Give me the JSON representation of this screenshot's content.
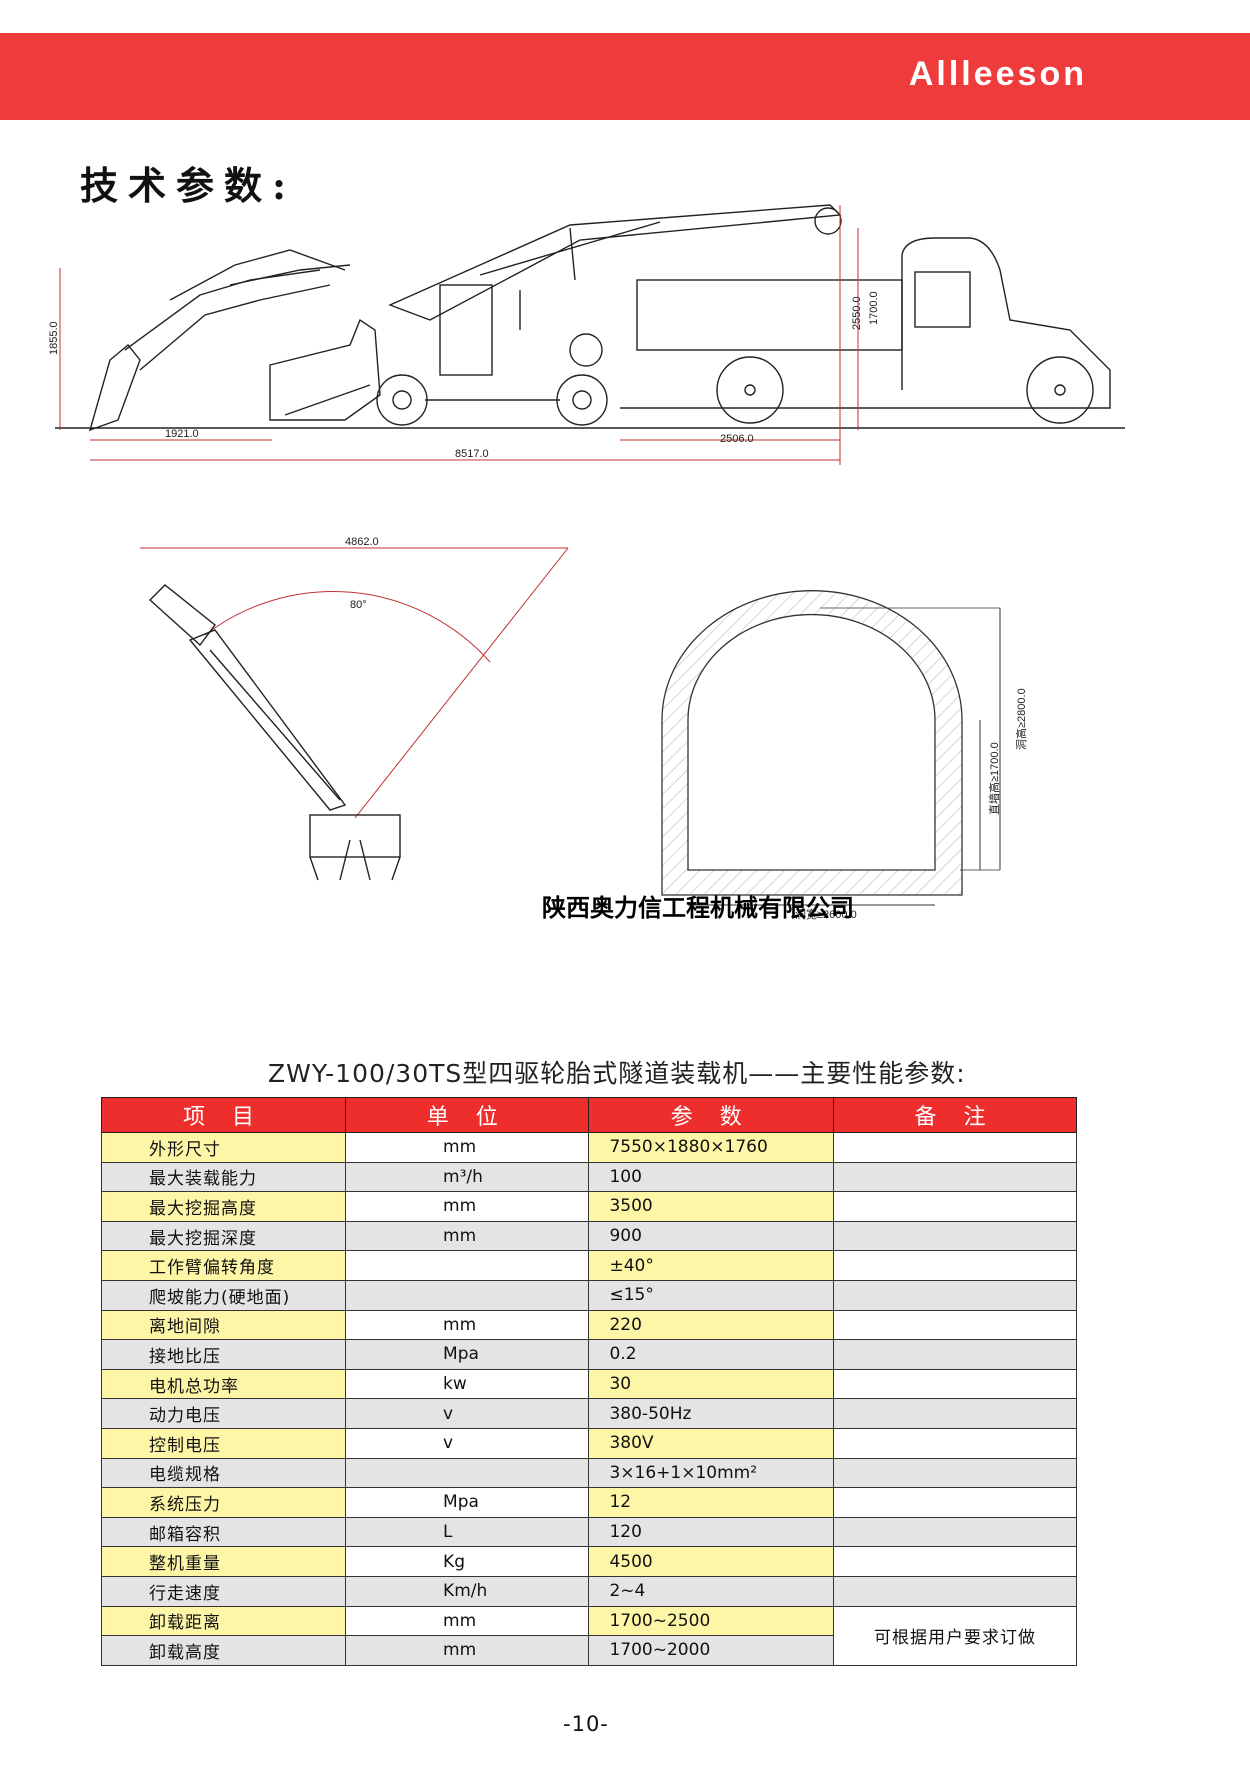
{
  "header": {
    "brand": "Allleeson"
  },
  "section_title": "技术参数:",
  "drawing_labels": {
    "side_height": "1855.0",
    "front_len": "1921.0",
    "total_len": "8517.0",
    "truck_len": "2506.0",
    "h2550": "2550.0",
    "h1700": "1700.0",
    "boom_reach": "4862.0",
    "angle": "80°",
    "tunnel_wall": "直墙高≥1700.0",
    "tunnel_height": "洞高≥2800.0",
    "tunnel_width": "洞宽≥2600.0"
  },
  "company": "陕西奥力信工程机械有限公司",
  "table_title": "ZWY-100/30TS型四驱轮胎式隧道装载机——主要性能参数:",
  "table": {
    "headers": [
      "项 目",
      "单 位",
      "参 数",
      "备 注"
    ],
    "rows": [
      {
        "item": "外形尺寸",
        "unit": "mm",
        "value": "7550×1880×1760"
      },
      {
        "item": "最大装载能力",
        "unit": "m³/h",
        "value": "100"
      },
      {
        "item": "最大挖掘高度",
        "unit": "mm",
        "value": "3500"
      },
      {
        "item": "最大挖掘深度",
        "unit": "mm",
        "value": "900"
      },
      {
        "item": "工作臂偏转角度",
        "unit": "",
        "value": "±40°"
      },
      {
        "item": "爬坡能力(硬地面)",
        "unit": "",
        "value": "≤15°"
      },
      {
        "item": "离地间隙",
        "unit": "mm",
        "value": "220"
      },
      {
        "item": "接地比压",
        "unit": "Mpa",
        "value": "0.2"
      },
      {
        "item": "电机总功率",
        "unit": "kw",
        "value": "30"
      },
      {
        "item": "动力电压",
        "unit": "v",
        "value": "380-50Hz"
      },
      {
        "item": "控制电压",
        "unit": "v",
        "value": "380V"
      },
      {
        "item": "电缆规格",
        "unit": "",
        "value": "3×16+1×10mm²"
      },
      {
        "item": "系统压力",
        "unit": "Mpa",
        "value": "12"
      },
      {
        "item": "邮箱容积",
        "unit": "L",
        "value": "120"
      },
      {
        "item": "整机重量",
        "unit": "Kg",
        "value": "4500"
      },
      {
        "item": "行走速度",
        "unit": "Km/h",
        "value": "2~4"
      },
      {
        "item": "卸载距离",
        "unit": "mm",
        "value": "1700~2500"
      },
      {
        "item": "卸载高度",
        "unit": "mm",
        "value": "1700~2000"
      }
    ],
    "remark": "可根据用户要求订做"
  },
  "page_number": "-10-"
}
